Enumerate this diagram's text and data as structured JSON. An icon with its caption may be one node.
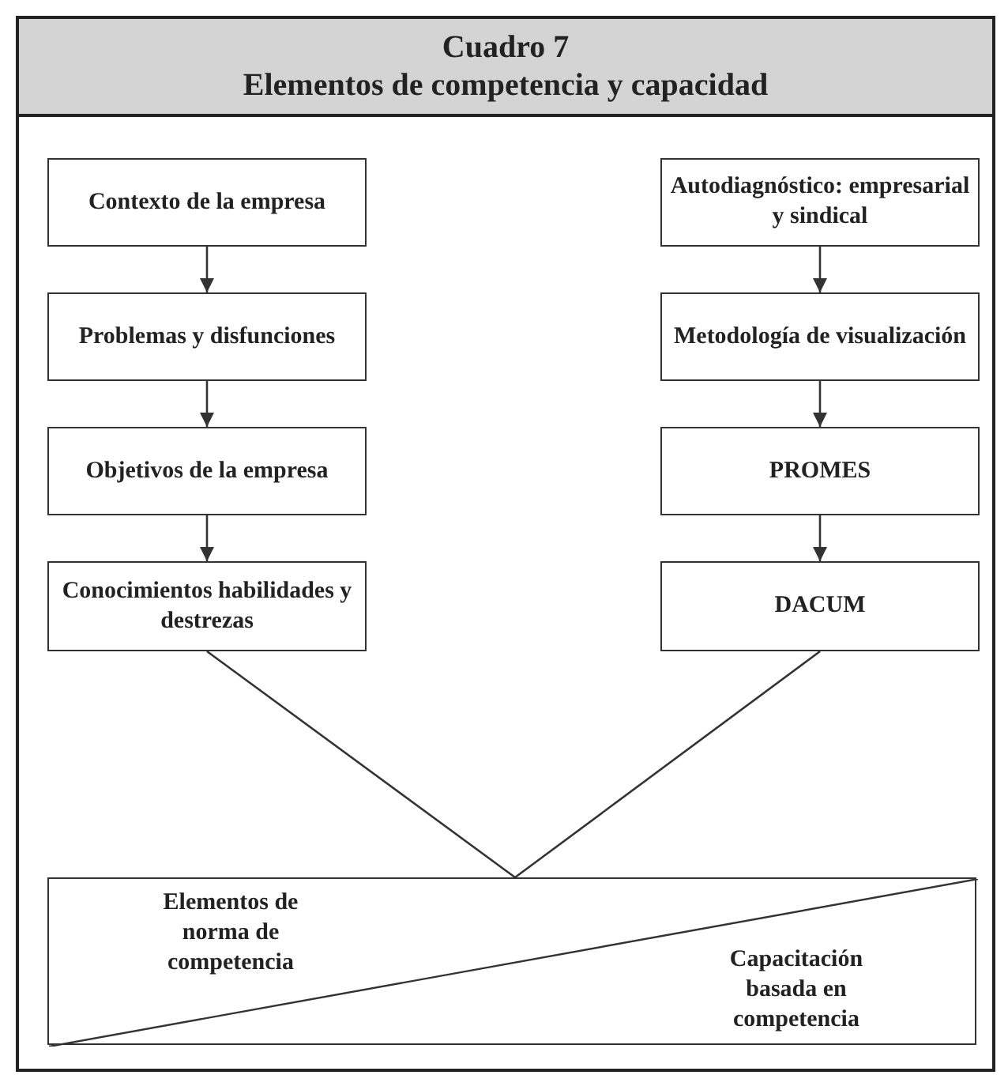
{
  "diagram": {
    "title": "Elementos de competencia y capacidad",
    "labels": [
      "Cuadro 7"
    ],
    "nodes": [
      {
        "text": [
          "Contexto de la empresa"
        ]
      },
      {
        "text": [
          "Problemas y disfunciones"
        ]
      },
      {
        "text": [
          "Objetivos de la empresa"
        ]
      },
      {
        "text": [
          "Conocimientos habilidades y destrezas"
        ]
      },
      {
        "text": [
          "Autodiagnóstico: empresarial y sindical"
        ]
      },
      {
        "text": [
          "Metodología de visualización"
        ]
      },
      {
        "text": [
          "PROMES"
        ]
      },
      {
        "text": [
          "DACUM"
        ]
      },
      {
        "text": [
          "Elementos de norma de competencia",
          "Capacitación basada en competencia"
        ]
      }
    ],
    "edges": [
      {
        "from": 0,
        "to": 1,
        "arrow": "to"
      },
      {
        "from": 1,
        "to": 2,
        "arrow": "to"
      },
      {
        "from": 2,
        "to": 3,
        "arrow": "to"
      },
      {
        "from": 4,
        "to": 5,
        "arrow": "to"
      },
      {
        "from": 5,
        "to": 6,
        "arrow": "to"
      },
      {
        "from": 6,
        "to": 7,
        "arrow": "to"
      },
      {
        "from": 3,
        "to": 8,
        "arrow": "none"
      },
      {
        "from": 7,
        "to": 8,
        "arrow": "none"
      }
    ]
  }
}
